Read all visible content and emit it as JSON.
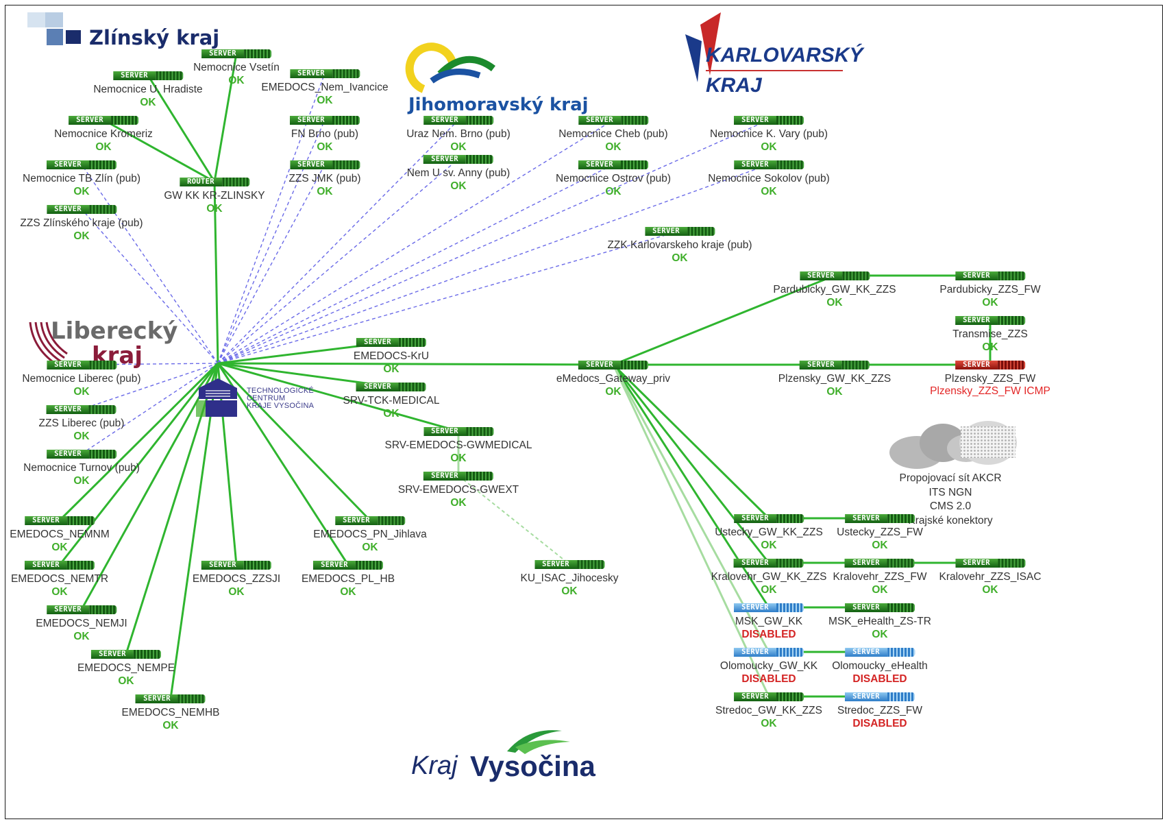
{
  "region_logos": [
    {
      "id": "zlin",
      "text": "Zlínský kraj"
    },
    {
      "id": "jm",
      "text": "Jihomoravský kraj"
    },
    {
      "id": "kv",
      "line1": "KARLOVARSKÝ",
      "line2": "KRAJ"
    },
    {
      "id": "lib",
      "line1": "Liberecký",
      "line2": "kraj"
    },
    {
      "id": "vys",
      "line1": "Kraj",
      "line2": "Vysočina"
    }
  ],
  "hub": {
    "label": "TECHNOLOGICKÉ\nCENTRUM\nKRAJE VYSOČINA"
  },
  "cloud": {
    "lines": [
      "Propojovací sít AKCR",
      "ITS NGN",
      "CMS 2.0",
      "Krajské konektory"
    ]
  },
  "colors": {
    "ok": "#3fae2a",
    "error": "#d42424",
    "link_green": "#2fb52f",
    "link_light": "#a6dca0",
    "link_dashed": "#6a6ae8"
  },
  "nodes": [
    {
      "id": "n_vsetin",
      "type": "SERVER",
      "label": "Nemocnice Vsetín",
      "status": "OK",
      "st": "ok"
    },
    {
      "id": "n_uhr",
      "type": "SERVER",
      "label": "Nemocnice U. Hradiste",
      "status": "OK",
      "st": "ok"
    },
    {
      "id": "n_kro",
      "type": "SERVER",
      "label": "Nemocnice Kromeriz",
      "status": "OK",
      "st": "ok"
    },
    {
      "id": "n_tb",
      "type": "SERVER",
      "label": "Nemocnice TB Zlín (pub)",
      "status": "OK",
      "st": "ok"
    },
    {
      "id": "n_zzszl",
      "type": "SERVER",
      "label": "ZZS Zlínského kraje (pub)",
      "status": "OK",
      "st": "ok"
    },
    {
      "id": "n_gwzl",
      "type": "ROUTER",
      "label": "GW KK KR-ZLINSKY",
      "status": "OK",
      "st": "ok"
    },
    {
      "id": "n_ivan",
      "type": "SERVER",
      "label": "EMEDOCS_Nem_Ivancice",
      "status": "OK",
      "st": "ok"
    },
    {
      "id": "n_fnb",
      "type": "SERVER",
      "label": "FN Brno (pub)",
      "status": "OK",
      "st": "ok"
    },
    {
      "id": "n_zzsjmk",
      "type": "SERVER",
      "label": "ZZS JMK (pub)",
      "status": "OK",
      "st": "ok"
    },
    {
      "id": "n_uraz",
      "type": "SERVER",
      "label": "Uraz Nem. Brno (pub)",
      "status": "OK",
      "st": "ok"
    },
    {
      "id": "n_anny",
      "type": "SERVER",
      "label": "Nem U sv. Anny (pub)",
      "status": "OK",
      "st": "ok"
    },
    {
      "id": "n_cheb",
      "type": "SERVER",
      "label": "Nemocnice Cheb (pub)",
      "status": "OK",
      "st": "ok"
    },
    {
      "id": "n_kvary",
      "type": "SERVER",
      "label": "Nemocnice K. Vary (pub)",
      "status": "OK",
      "st": "ok"
    },
    {
      "id": "n_ostrov",
      "type": "SERVER",
      "label": "Nemocnice Ostrov (pub)",
      "status": "OK",
      "st": "ok"
    },
    {
      "id": "n_sokolov",
      "type": "SERVER",
      "label": "Nemocnice Sokolov (pub)",
      "status": "OK",
      "st": "ok"
    },
    {
      "id": "n_zzk",
      "type": "SERVER",
      "label": "ZZK Karlovarskeho kraje (pub)",
      "status": "OK",
      "st": "ok"
    },
    {
      "id": "n_pardgw",
      "type": "SERVER",
      "label": "Pardubicky_GW_KK_ZZS",
      "status": "OK",
      "st": "ok"
    },
    {
      "id": "n_pardfw",
      "type": "SERVER",
      "label": "Pardubicky_ZZS_FW",
      "status": "OK",
      "st": "ok"
    },
    {
      "id": "n_trans",
      "type": "SERVER",
      "label": "Transmise_ZZS",
      "status": "OK",
      "st": "ok"
    },
    {
      "id": "n_plzgw",
      "type": "SERVER",
      "label": "Plzensky_GW_KK_ZZS",
      "status": "OK",
      "st": "ok"
    },
    {
      "id": "n_plzfw",
      "type": "SERVER",
      "label": "Plzensky_ZZS_FW",
      "status": "Plzensky_ZZS_FW ICMP",
      "st": "error"
    },
    {
      "id": "n_emgw",
      "type": "SERVER",
      "label": "eMedocs_Gateway_priv",
      "status": "OK",
      "st": "ok"
    },
    {
      "id": "n_kru",
      "type": "SERVER",
      "label": "EMEDOCS-KrU",
      "status": "OK",
      "st": "ok"
    },
    {
      "id": "n_tck",
      "type": "SERVER",
      "label": "SRV-TCK-MEDICAL",
      "status": "OK",
      "st": "ok"
    },
    {
      "id": "n_gwmed",
      "type": "SERVER",
      "label": "SRV-EMEDOCS-GWMEDICAL",
      "status": "OK",
      "st": "ok"
    },
    {
      "id": "n_gwext",
      "type": "SERVER",
      "label": "SRV-EMEDOCS-GWEXT",
      "status": "OK",
      "st": "ok"
    },
    {
      "id": "n_kuisac",
      "type": "SERVER",
      "label": "KU_ISAC_Jihocesky",
      "status": "OK",
      "st": "ok"
    },
    {
      "id": "n_nlib",
      "type": "SERVER",
      "label": "Nemocnice Liberec (pub)",
      "status": "OK",
      "st": "ok"
    },
    {
      "id": "n_zzslib",
      "type": "SERVER",
      "label": "ZZS Liberec (pub)",
      "status": "OK",
      "st": "ok"
    },
    {
      "id": "n_turnov",
      "type": "SERVER",
      "label": "Nemocnice Turnov (pub)",
      "status": "OK",
      "st": "ok"
    },
    {
      "id": "n_nemnm",
      "type": "SERVER",
      "label": "EMEDOCS_NEMNM",
      "status": "OK",
      "st": "ok"
    },
    {
      "id": "n_nemtr",
      "type": "SERVER",
      "label": "EMEDOCS_NEMTR",
      "status": "OK",
      "st": "ok"
    },
    {
      "id": "n_nemji",
      "type": "SERVER",
      "label": "EMEDOCS_NEMJI",
      "status": "OK",
      "st": "ok"
    },
    {
      "id": "n_nempe",
      "type": "SERVER",
      "label": "EMEDOCS_NEMPE",
      "status": "OK",
      "st": "ok"
    },
    {
      "id": "n_nemhb",
      "type": "SERVER",
      "label": "EMEDOCS_NEMHB",
      "status": "OK",
      "st": "ok"
    },
    {
      "id": "n_zzsji",
      "type": "SERVER",
      "label": "EMEDOCS_ZZSJI",
      "status": "OK",
      "st": "ok"
    },
    {
      "id": "n_pnji",
      "type": "SERVER",
      "label": "EMEDOCS_PN_Jihlava",
      "status": "OK",
      "st": "ok"
    },
    {
      "id": "n_plhb",
      "type": "SERVER",
      "label": "EMEDOCS_PL_HB",
      "status": "OK",
      "st": "ok"
    },
    {
      "id": "n_ustgw",
      "type": "SERVER",
      "label": "Ustecky_GW_KK_ZZS",
      "status": "OK",
      "st": "ok"
    },
    {
      "id": "n_ustfw",
      "type": "SERVER",
      "label": "Ustecky_ZZS_FW",
      "status": "OK",
      "st": "ok"
    },
    {
      "id": "n_khgw",
      "type": "SERVER",
      "label": "Kralovehr_GW_KK_ZZS",
      "status": "OK",
      "st": "ok"
    },
    {
      "id": "n_khfw",
      "type": "SERVER",
      "label": "Kralovehr_ZZS_FW",
      "status": "OK",
      "st": "ok"
    },
    {
      "id": "n_khisac",
      "type": "SERVER",
      "label": "Kralovehr_ZZS_ISAC",
      "status": "OK",
      "st": "ok"
    },
    {
      "id": "n_mskgw",
      "type": "SERVER",
      "label": "MSK_GW_KK",
      "status": "DISABLED",
      "st": "disabled"
    },
    {
      "id": "n_mskeh",
      "type": "SERVER",
      "label": "MSK_eHealth_ZS-TR",
      "status": "OK",
      "st": "ok"
    },
    {
      "id": "n_olgw",
      "type": "SERVER",
      "label": "Olomoucky_GW_KK",
      "status": "DISABLED",
      "st": "disabled"
    },
    {
      "id": "n_oleh",
      "type": "SERVER",
      "label": "Olomoucky_eHealth",
      "status": "DISABLED",
      "st": "disabled"
    },
    {
      "id": "n_stgw",
      "type": "SERVER",
      "label": "Stredoc_GW_KK_ZZS",
      "status": "OK",
      "st": "ok"
    },
    {
      "id": "n_stfw",
      "type": "SERVER",
      "label": "Stredoc_ZZS_FW",
      "status": "DISABLED",
      "st": "disabled"
    }
  ]
}
